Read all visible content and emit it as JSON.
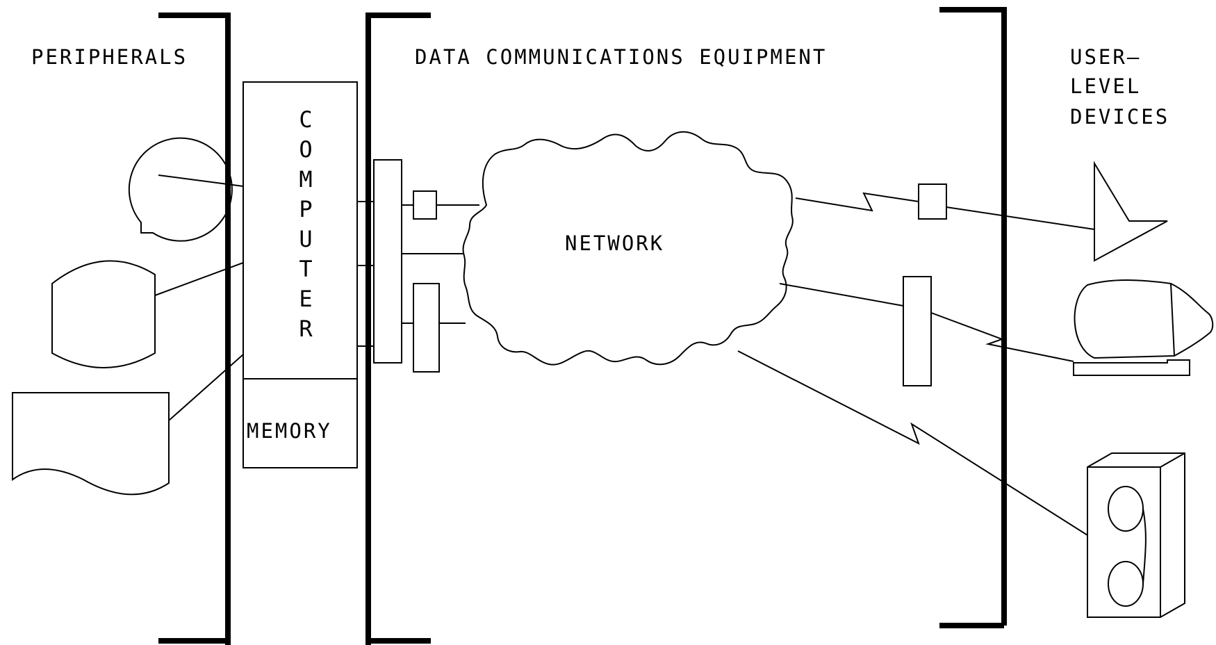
{
  "labels": {
    "peripherals": "PERIPHERALS",
    "data_comm": "DATA COMMUNICATIONS EQUIPMENT",
    "user_level": [
      "USER—",
      "LEVEL",
      "DEVICES"
    ],
    "computer": [
      "C",
      "O",
      "M",
      "P",
      "U",
      "T",
      "E",
      "R"
    ],
    "memory": "MEMORY",
    "network": "NETWORK"
  },
  "icons": {
    "peripherals": [
      "tape-reel-icon",
      "disk-drum-icon",
      "document-printer-icon"
    ],
    "user_devices": [
      "teletype-icon",
      "video-terminal-icon",
      "telephone-icon"
    ]
  }
}
